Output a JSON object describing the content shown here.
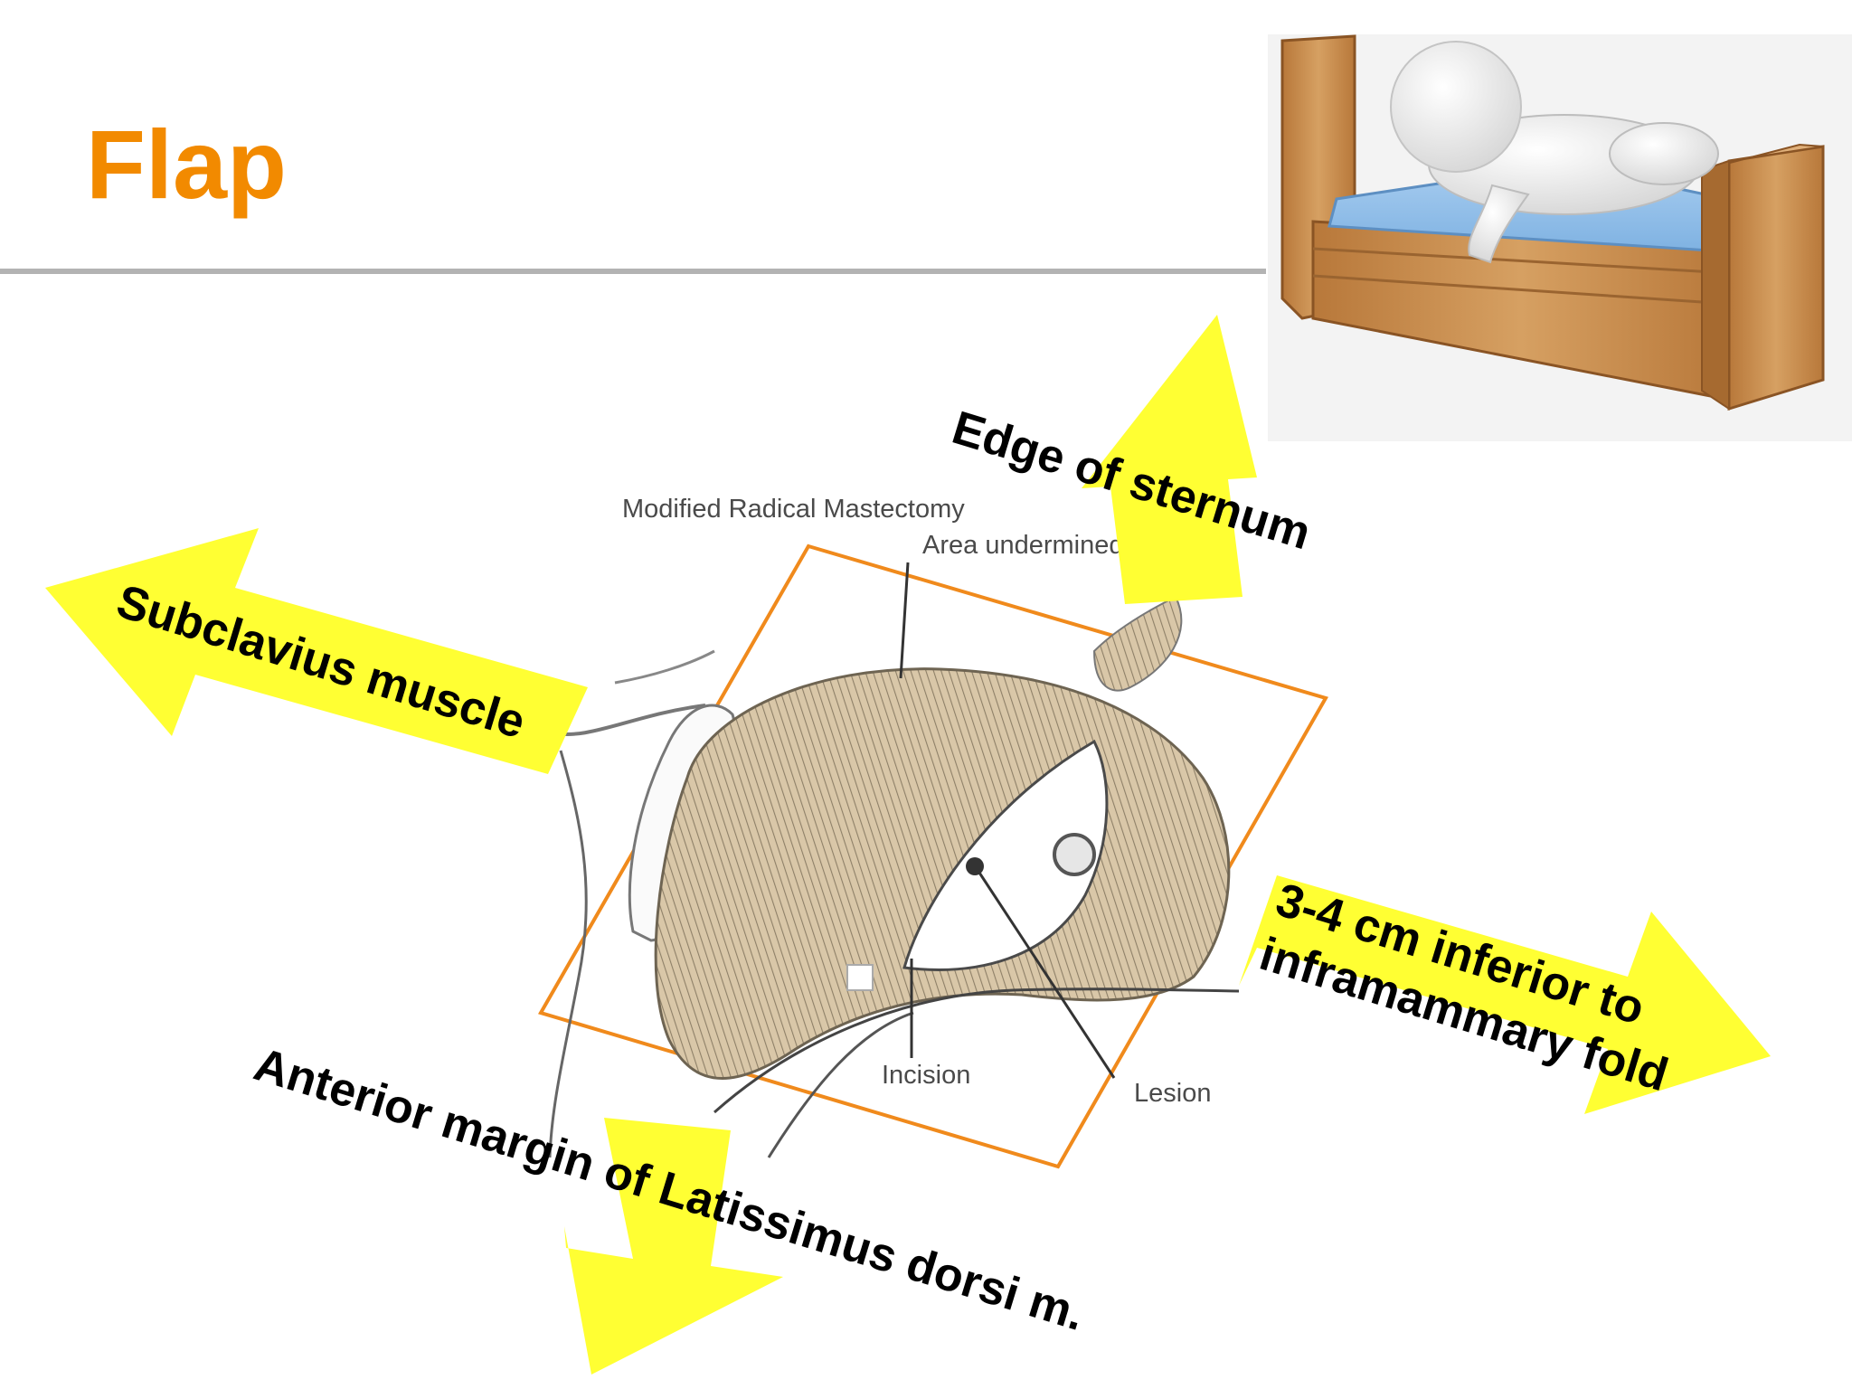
{
  "slide": {
    "title": "Flap"
  },
  "diagram": {
    "caption_line1": "Modified Radical Mastectomy",
    "caption_line2": "Area undermined",
    "incision_label": "Incision",
    "lesion_label": "Lesion"
  },
  "arrows": {
    "top": "Edge of sternum",
    "left": "Subclavius muscle",
    "right_line1": "3-4 cm inferior to",
    "right_line2": "inframammary fold",
    "bottom": "Anterior margin of Latissimus dorsi m."
  },
  "colors": {
    "title": "#f28a00",
    "arrow_fill": "#ffff33",
    "frame": "#f08a1c",
    "rule": "#b3b3b3"
  },
  "icons": {
    "illustration": "person-lying-on-sofa-icon"
  }
}
